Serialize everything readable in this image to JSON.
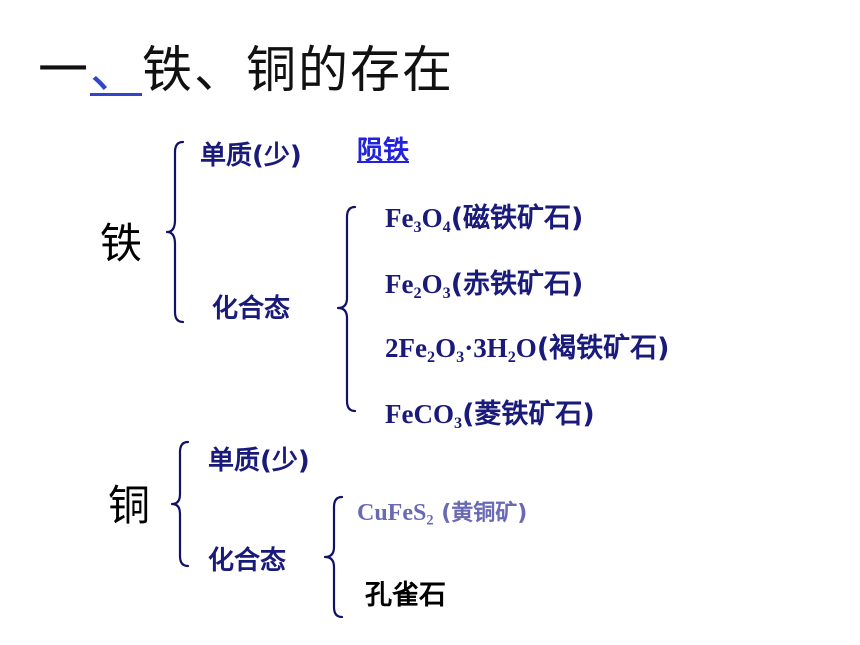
{
  "title": {
    "prefix": "一",
    "sep": "、",
    "rest": "铁、铜的存在"
  },
  "iron": {
    "label": "铁",
    "elemental": "单质(少)",
    "elemental_example": "陨铁",
    "compound": "化合态",
    "ores": [
      {
        "formula": [
          "Fe",
          "3",
          "O",
          "4"
        ],
        "name": "(磁铁矿石)"
      },
      {
        "formula": [
          "Fe",
          "2",
          "O",
          "3"
        ],
        "name": "(赤铁矿石)"
      },
      {
        "formula": [
          "2Fe",
          "2",
          "O",
          "3",
          "·3H",
          "2",
          "O"
        ],
        "name": "(褐铁矿石)"
      },
      {
        "formula": [
          "FeCO",
          "3"
        ],
        "name": "(菱铁矿石)"
      }
    ]
  },
  "copper": {
    "label": "铜",
    "elemental": "单质(少)",
    "compound": "化合态",
    "ores": [
      {
        "formula": [
          "CuFeS",
          "2"
        ],
        "name": " (黄铜矿)"
      },
      {
        "name": "孔雀石"
      }
    ]
  },
  "colors": {
    "text_navy": "#1a1a7a",
    "link_blue": "#2222dd",
    "muted_purple": "#6a6ab4",
    "title_link": "#3344cc"
  }
}
